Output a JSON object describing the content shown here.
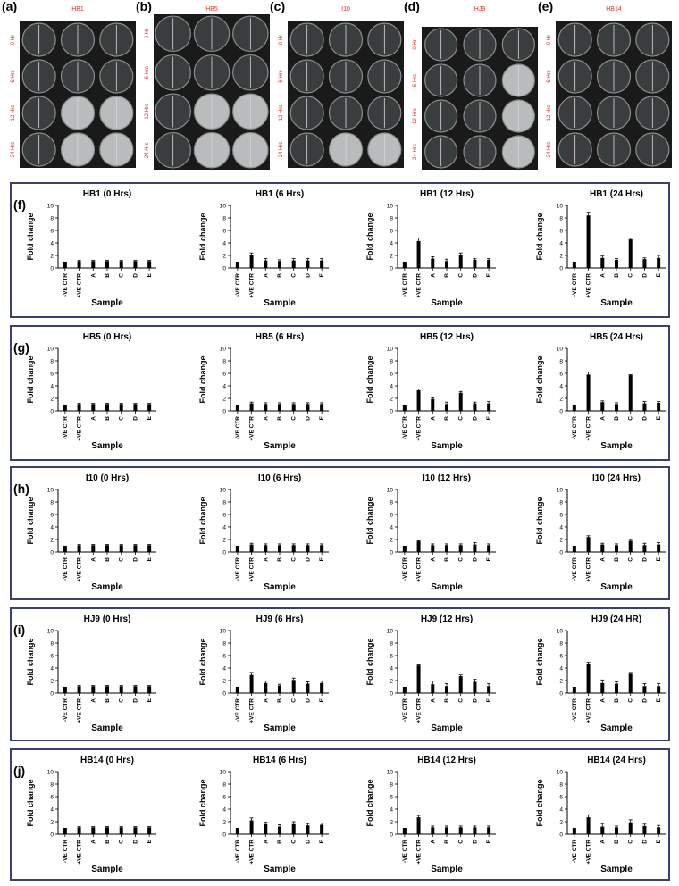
{
  "plates": [
    {
      "letter": "(a)",
      "strain": "HB1",
      "rows": [
        "0 Hr",
        "6 Hrs",
        "12 Hrs",
        "24 Hrs"
      ],
      "grown": [
        [],
        [],
        [
          1,
          2
        ],
        [
          1,
          2
        ]
      ]
    },
    {
      "letter": "(b)",
      "strain": "HB5",
      "rows": [
        "0 Hr",
        "6 Hrs",
        "12 Hrs",
        "24 Hrs"
      ],
      "grown": [
        [],
        [],
        [
          1,
          2
        ],
        [
          1,
          2
        ]
      ]
    },
    {
      "letter": "(c)",
      "strain": "I10",
      "rows": [
        "0 Hr",
        "6 Hrs",
        "12 Hrs",
        "24 Hrs"
      ],
      "grown": [
        [],
        [],
        [],
        [
          1,
          2
        ]
      ]
    },
    {
      "letter": "(d)",
      "strain": "HJ9",
      "rows": [
        "0 Hr",
        "6 Hrs",
        "12 Hrs",
        "24 Hrs"
      ],
      "grown": [
        [],
        [
          2
        ],
        [
          2
        ],
        [
          2
        ]
      ]
    },
    {
      "letter": "(e)",
      "strain": "HB14",
      "rows": [
        "0 Hr",
        "6 Hrs",
        "12 Hrs",
        "24 Hrs"
      ],
      "grown": [
        [],
        [],
        [],
        []
      ]
    }
  ],
  "chart_data": {
    "type": "bar",
    "categories": [
      "-VE CTR",
      "+VE CTR",
      "A",
      "B",
      "C",
      "D",
      "E"
    ],
    "xlabel": "Sample",
    "ylabel": "Fold change",
    "ylim": [
      0,
      10
    ],
    "yticks": [
      0,
      2,
      4,
      6,
      8,
      10
    ],
    "rows": [
      {
        "letter": "(f)",
        "charts": [
          {
            "title": "HB1 (0 Hrs)",
            "values": [
              1,
              1.1,
              1.1,
              1.1,
              1.1,
              1.1,
              1.1
            ],
            "errors": [
              0.05,
              0.1,
              0.1,
              0.1,
              0.1,
              0.1,
              0.1
            ]
          },
          {
            "title": "HB1 (6 Hrs)",
            "values": [
              1,
              2.1,
              1.2,
              1.1,
              1.2,
              1.2,
              1.2
            ],
            "errors": [
              0.05,
              0.3,
              0.3,
              0.2,
              0.3,
              0.3,
              0.3
            ]
          },
          {
            "title": "HB1 (12 Hrs)",
            "values": [
              1,
              4.3,
              1.5,
              1.1,
              2.1,
              1.3,
              1.3
            ],
            "errors": [
              0.05,
              0.5,
              0.3,
              0.3,
              0.3,
              0.2,
              0.2
            ]
          },
          {
            "title": "HB1 (24 Hrs)",
            "values": [
              1,
              8.4,
              1.6,
              1.3,
              4.6,
              1.4,
              1.6
            ],
            "errors": [
              0.05,
              0.5,
              0.3,
              0.2,
              0.2,
              0.2,
              0.4
            ]
          }
        ]
      },
      {
        "letter": "(g)",
        "charts": [
          {
            "title": "HB5 (0 Hrs)",
            "values": [
              1,
              1.1,
              1.1,
              1.1,
              1.1,
              1.1,
              1.1
            ],
            "errors": [
              0.05,
              0.1,
              0.1,
              0.1,
              0.1,
              0.1,
              0.1
            ]
          },
          {
            "title": "HB5 (6 Hrs)",
            "values": [
              1,
              1.2,
              1.1,
              1.1,
              1.1,
              1.1,
              1.1
            ],
            "errors": [
              0.05,
              0.2,
              0.2,
              0.2,
              0.2,
              0.2,
              0.2
            ]
          },
          {
            "title": "HB5 (12 Hrs)",
            "values": [
              1,
              3.3,
              1.9,
              1.1,
              2.9,
              1.2,
              1.2
            ],
            "errors": [
              0.05,
              0.2,
              0.2,
              0.3,
              0.2,
              0.2,
              0.3
            ]
          },
          {
            "title": "HB5 (24 Hrs)",
            "values": [
              1,
              5.8,
              1.4,
              1.1,
              5.7,
              1.2,
              1.3
            ],
            "errors": [
              0.05,
              0.4,
              0.2,
              0.2,
              0.1,
              0.3,
              0.2
            ]
          }
        ]
      },
      {
        "letter": "(h)",
        "charts": [
          {
            "title": "I10 (0 Hrs)",
            "values": [
              1,
              1.1,
              1.1,
              1.1,
              1.1,
              1.1,
              1.1
            ],
            "errors": [
              0.05,
              0.1,
              0.1,
              0.1,
              0.1,
              0.1,
              0.1
            ]
          },
          {
            "title": "I10 (6 Hrs)",
            "values": [
              1,
              1.2,
              1.1,
              1.1,
              1.1,
              1.1,
              1.1
            ],
            "errors": [
              0.05,
              0.2,
              0.2,
              0.2,
              0.2,
              0.2,
              0.2
            ]
          },
          {
            "title": "I10 (12 Hrs)",
            "values": [
              1,
              1.7,
              1.1,
              1.1,
              1.1,
              1.2,
              1.1
            ],
            "errors": [
              0.05,
              0.1,
              0.2,
              0.2,
              0.2,
              0.3,
              0.2
            ]
          },
          {
            "title": "I10 (24 Hrs)",
            "values": [
              1,
              2.4,
              1.2,
              1.1,
              1.8,
              1.1,
              1.2
            ],
            "errors": [
              0.05,
              0.2,
              0.2,
              0.2,
              0.2,
              0.3,
              0.3
            ]
          }
        ]
      },
      {
        "letter": "(i)",
        "charts": [
          {
            "title": "HJ9 (0 Hrs)",
            "values": [
              1,
              1.1,
              1.1,
              1.1,
              1.1,
              1.1,
              1.1
            ],
            "errors": [
              0.05,
              0.1,
              0.1,
              0.1,
              0.1,
              0.1,
              0.1
            ]
          },
          {
            "title": "HJ9 (6 Hrs)",
            "values": [
              1,
              2.9,
              1.6,
              1.2,
              2.1,
              1.5,
              1.6
            ],
            "errors": [
              0.05,
              0.4,
              0.3,
              0.2,
              0.3,
              0.3,
              0.3
            ]
          },
          {
            "title": "HJ9 (12 Hrs)",
            "values": [
              1,
              4.4,
              1.4,
              1.1,
              2.7,
              1.8,
              1.1
            ],
            "errors": [
              0.05,
              0.1,
              0.5,
              0.4,
              0.2,
              0.4,
              0.4
            ]
          },
          {
            "title": "HJ9 (24 HR)",
            "values": [
              1,
              4.6,
              1.6,
              1.5,
              3.1,
              1.1,
              1.1
            ],
            "errors": [
              0.05,
              0.3,
              0.5,
              0.3,
              0.2,
              0.4,
              0.4
            ]
          }
        ]
      },
      {
        "letter": "(j)",
        "charts": [
          {
            "title": "HB14 (0 Hrs)",
            "values": [
              1,
              1.1,
              1.1,
              1.1,
              1.1,
              1.1,
              1.1
            ],
            "errors": [
              0.05,
              0.1,
              0.1,
              0.1,
              0.1,
              0.1,
              0.1
            ]
          },
          {
            "title": "HB14 (6 Hrs)",
            "values": [
              1,
              2.2,
              1.6,
              1.2,
              1.6,
              1.4,
              1.5
            ],
            "errors": [
              0.05,
              0.4,
              0.3,
              0.3,
              0.4,
              0.3,
              0.3
            ]
          },
          {
            "title": "HB14 (12 Hrs)",
            "values": [
              1,
              2.7,
              1.1,
              1.1,
              1.1,
              1.1,
              1.1
            ],
            "errors": [
              0.05,
              0.3,
              0.2,
              0.2,
              0.2,
              0.2,
              0.2
            ]
          },
          {
            "title": "HB14 (24 Hrs)",
            "values": [
              1,
              2.7,
              1.2,
              1.1,
              1.9,
              1.3,
              1.1
            ],
            "errors": [
              0.05,
              0.4,
              0.5,
              0.2,
              0.4,
              0.3,
              0.3
            ]
          }
        ]
      }
    ]
  }
}
